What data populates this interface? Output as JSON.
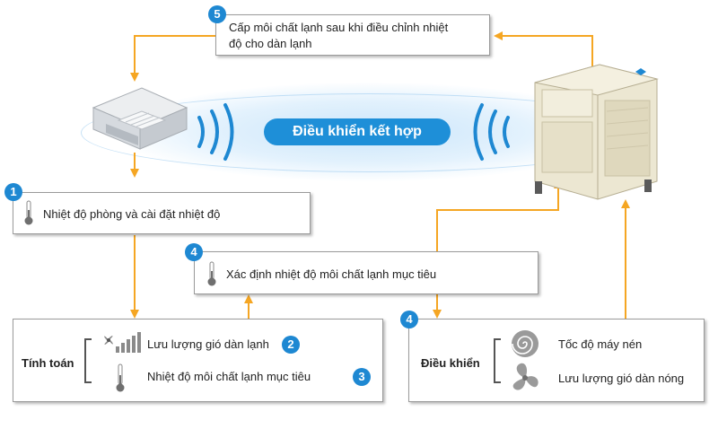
{
  "center_label": "Điều khiển kết hợp",
  "step5": {
    "number": "5",
    "line1": "Cấp môi chất lạnh sau khi điều chỉnh nhiệt",
    "line2": "độ cho dàn lạnh"
  },
  "step1": {
    "number": "1",
    "text": "Nhiệt độ phòng và cài đặt nhiệt độ"
  },
  "step4_middle": {
    "number": "4",
    "text": "Xác định nhiệt độ môi chất lạnh mục tiêu"
  },
  "calc_box": {
    "title": "Tính toán",
    "item_airflow": {
      "text": "Lưu lượng gió dàn lạnh",
      "number": "2"
    },
    "item_refrig": {
      "text": "Nhiệt độ môi chất lạnh mục tiêu",
      "number": "3"
    }
  },
  "control_box": {
    "number": "4",
    "title": "Điều khiển",
    "item_compressor": "Tốc độ máy nén",
    "item_outdoor_fan": "Lưu lượng gió dàn nóng"
  },
  "colors": {
    "arrow": "#f5a623",
    "badge": "#1e88d2",
    "wave": "#1e88d2",
    "box_border": "#9a9a9a"
  },
  "icons": [
    "thermometer-icon",
    "signal-bars-icon",
    "fan-icon",
    "compressor-swirl-icon",
    "propeller-icon",
    "wifi-wave-icon",
    "indoor-cassette-unit",
    "outdoor-unit"
  ]
}
